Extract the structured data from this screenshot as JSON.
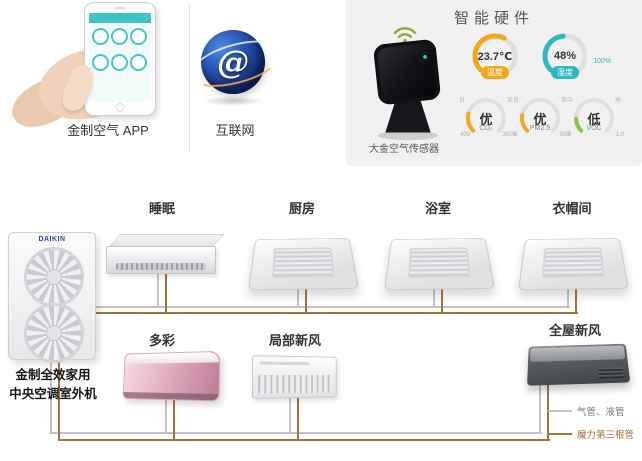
{
  "top": {
    "app_label": "金制空气 APP",
    "internet_label": "互联网",
    "internet_symbol": "@"
  },
  "smart_panel": {
    "title": "智能硬件",
    "sensor_label": "大金空气传感器",
    "gauges_large": [
      {
        "value": "23.7℃",
        "label": "温度",
        "color": "#f2a71f",
        "fraction": 0.6,
        "aux": ""
      },
      {
        "value": "48%",
        "label": "湿度",
        "color": "#2fb7c2",
        "fraction": 0.48,
        "aux": "100%"
      }
    ],
    "gauges_small": [
      {
        "value": "优",
        "label": "CO₂",
        "color": "#f2a71f",
        "fraction": 0.22,
        "min": "400",
        "max": "3000",
        "seg_left": "良",
        "seg_right": "差"
      },
      {
        "value": "优",
        "label": "PM2.5",
        "color": "#f2a71f",
        "fraction": 0.2,
        "min": "0",
        "max": "500",
        "seg_left": "良",
        "seg_right": "差"
      },
      {
        "value": "低",
        "label": "VOC",
        "color": "#8cc63f",
        "fraction": 0.16,
        "min": "0",
        "max": "1.0",
        "seg_left": "中",
        "seg_right": "高"
      }
    ]
  },
  "rooms": [
    {
      "label": "睡眠"
    },
    {
      "label": "厨房"
    },
    {
      "label": "浴室"
    },
    {
      "label": "衣帽间"
    }
  ],
  "bottom_row": [
    {
      "label": "多彩"
    },
    {
      "label": "局部新风"
    },
    {
      "label": "全屋新风"
    }
  ],
  "outdoor": {
    "brand": "DAIKIN",
    "label_line1": "金制全效家用",
    "label_line2": "中央空调室外机"
  },
  "legend": [
    {
      "label": "气管、液管",
      "color": "#c3c3c5"
    },
    {
      "label": "魔力第三根管",
      "color": "#a9713a"
    }
  ],
  "colors": {
    "pipe_gray": "#c3c3c5",
    "pipe_brown": "#a9713a"
  }
}
